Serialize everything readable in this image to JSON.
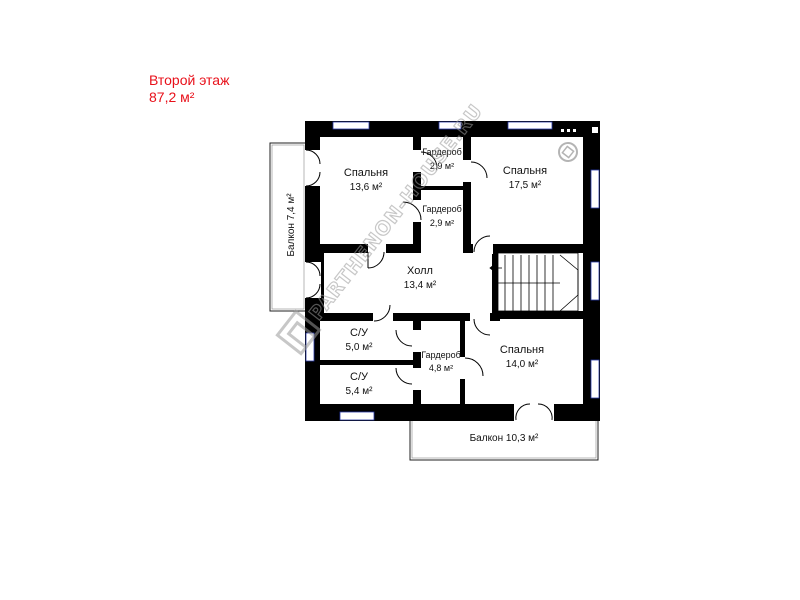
{
  "floor": {
    "name": "Второй этаж",
    "area": "87,2 м²"
  },
  "rooms": {
    "bedroom_nw": {
      "name": "Спальня",
      "area": "13,6 м²"
    },
    "wardrobe_top": {
      "name": "Гардероб",
      "area": "2,9 м²"
    },
    "wardrobe_mid": {
      "name": "Гардероб",
      "area": "2,9 м²"
    },
    "bedroom_ne": {
      "name": "Спальня",
      "area": "17,5 м²"
    },
    "hall": {
      "name": "Холл",
      "area": "13,4 м²"
    },
    "bath_1": {
      "name": "С/У",
      "area": "5,0 м²"
    },
    "bath_2": {
      "name": "С/У",
      "area": "5,4 м²"
    },
    "wardrobe_low": {
      "name": "Гардероб",
      "area": "4,8 м²"
    },
    "bedroom_se": {
      "name": "Спальня",
      "area": "14,0 м²"
    }
  },
  "balconies": {
    "west": "Балкон 7,4 м²",
    "south": "Балкон 10,3 м²"
  },
  "watermark": "PARTHENON-HOUSE.RU",
  "colors": {
    "wall": "#000000",
    "title": "#e8101a",
    "window": "#2a3aa8",
    "watermark": "#9a9a9a"
  }
}
